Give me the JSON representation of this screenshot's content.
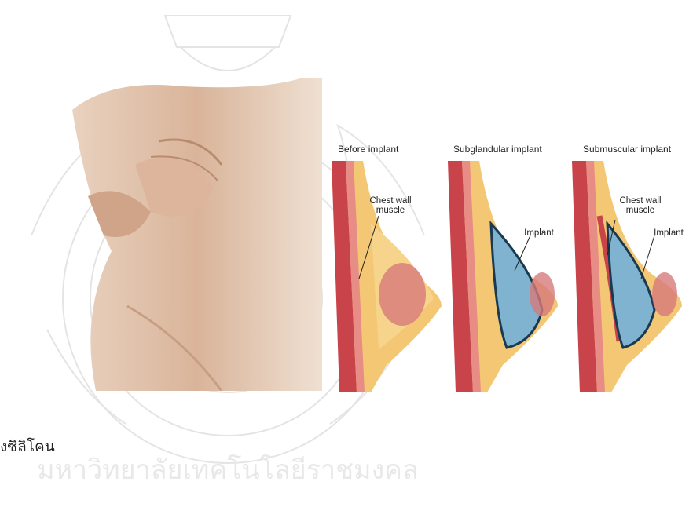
{
  "figure": {
    "labels": {
      "before": "Before implant",
      "subglandular": "Subglandular implant",
      "submuscular": "Submuscular implant",
      "chest_wall_muscle_1": "Chest wall muscle",
      "chest_wall_muscle_2": "Chest wall muscle",
      "implant_sub": "Implant",
      "implant_subm": "Implant"
    }
  },
  "caption": "งซิลิโคน",
  "watermark": {
    "text": "มหาวิทยาลัยเทคโนโลยีราชมงคล"
  }
}
